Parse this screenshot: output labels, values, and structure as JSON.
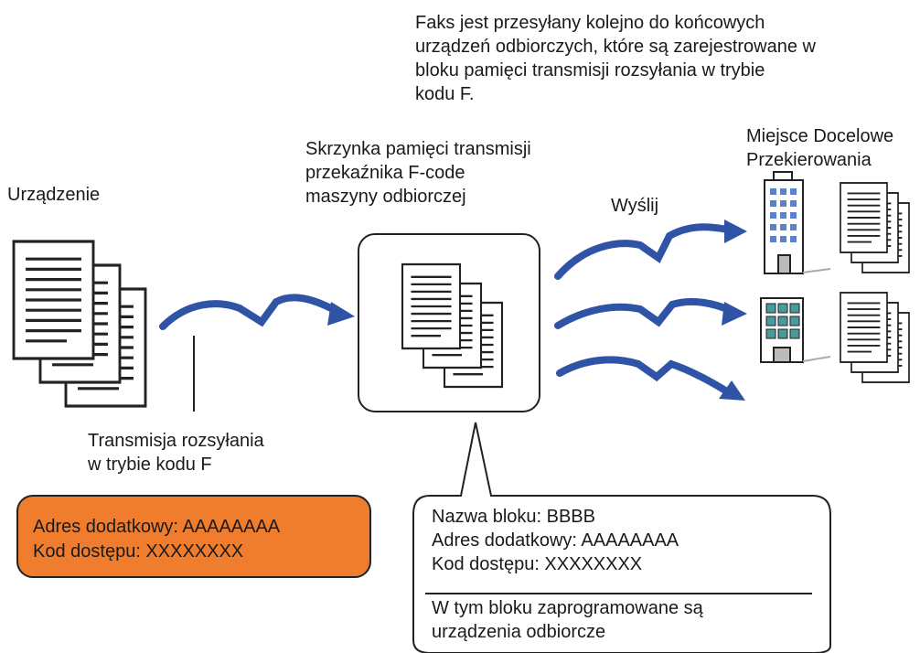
{
  "top_note": [
    "Faks jest przesyłany kolejno do końcowych",
    "urządzeń odbiorczych, które są zarejestrowane w",
    "bloku pamięci transmisji rozsyłania w trybie",
    "kodu F."
  ],
  "device_label": "Urządzenie",
  "mailbox_label": [
    "Skrzynka pamięci transmisji",
    "przekaźnika F-code",
    "maszyny odbiorczej"
  ],
  "send_label": "Wyślij",
  "destination_label": [
    "Miejsce Docelowe",
    "Przekierowania"
  ],
  "transmission_label": [
    "Transmisja rozsyłania",
    "w trybie kodu F"
  ],
  "sender_box": {
    "address": "Adres dodatkowy: AAAAAAAA",
    "code": "Kod dostępu: XXXXXXXX"
  },
  "block_callout": {
    "block_name": "Nazwa bloku: BBBB",
    "address": "Adres dodatkowy: AAAAAAAA",
    "code": "Kod dostępu: XXXXXXXX",
    "note": [
      "W tym bloku zaprogramowane są",
      "urządzenia odbiorcze"
    ]
  },
  "colors": {
    "arrow": "#2f54a5",
    "sender_box": "#f07d2e",
    "building_window": "#5b82c8",
    "building_window_alt": "#4a9a9a"
  }
}
